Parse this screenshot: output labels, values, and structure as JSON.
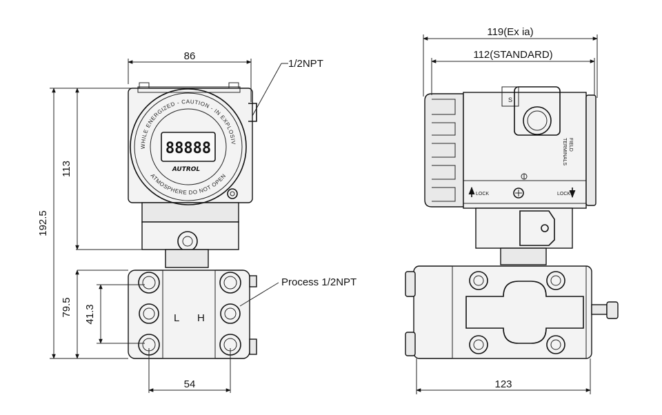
{
  "dimensions": {
    "width_front": "86",
    "conduit_thread": "1/2NPT",
    "height_housing": "113",
    "height_total": "192.5",
    "height_flange": "79.5",
    "port_spacing": "41.3",
    "width_flange": "54",
    "process_connection": "Process 1/2NPT",
    "width_ex": "119(Ex ia)",
    "width_standard": "112(STANDARD)",
    "width_side": "123"
  },
  "front_view": {
    "caution_text": "WHILE ENERGIZED - CAUTION - IN EXPLOSIVE ATMOSPHERE DO NOT OPEN",
    "display_digits": "88888",
    "brand": "AUTROL",
    "port_low": "L",
    "port_high": "H"
  },
  "side_view": {
    "s_label": "S",
    "field_terminals_line1": "FIELD",
    "field_terminals_line2": "TERMINALS",
    "lock_left": "LOCK",
    "lock_right": "LOCK"
  }
}
